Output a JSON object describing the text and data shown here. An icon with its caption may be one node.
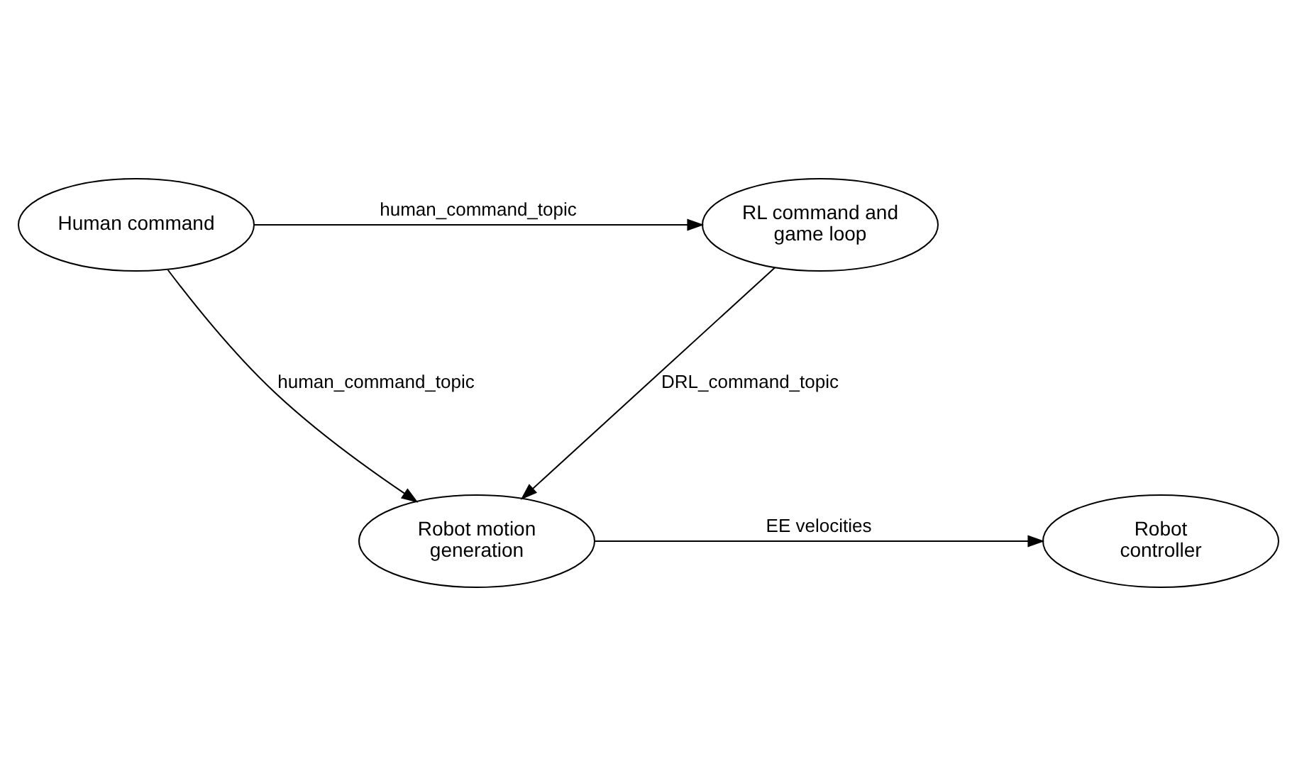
{
  "diagram": {
    "nodes": [
      {
        "text": [
          "Human command"
        ]
      },
      {
        "text": [
          "RL command and game loop"
        ]
      },
      {
        "text": [
          "Robot motion generation"
        ]
      },
      {
        "text": [
          "Robot controller"
        ]
      }
    ],
    "edges": [
      {
        "from": 0,
        "to": 1,
        "arrow": "to",
        "label": "human_command_topic"
      },
      {
        "from": 0,
        "to": 2,
        "arrow": "to",
        "label": "human_command_topic"
      },
      {
        "from": 1,
        "to": 2,
        "arrow": "to",
        "label": "DRL_command_topic"
      },
      {
        "from": 2,
        "to": 3,
        "arrow": "to",
        "label": "EE velocities"
      }
    ]
  }
}
